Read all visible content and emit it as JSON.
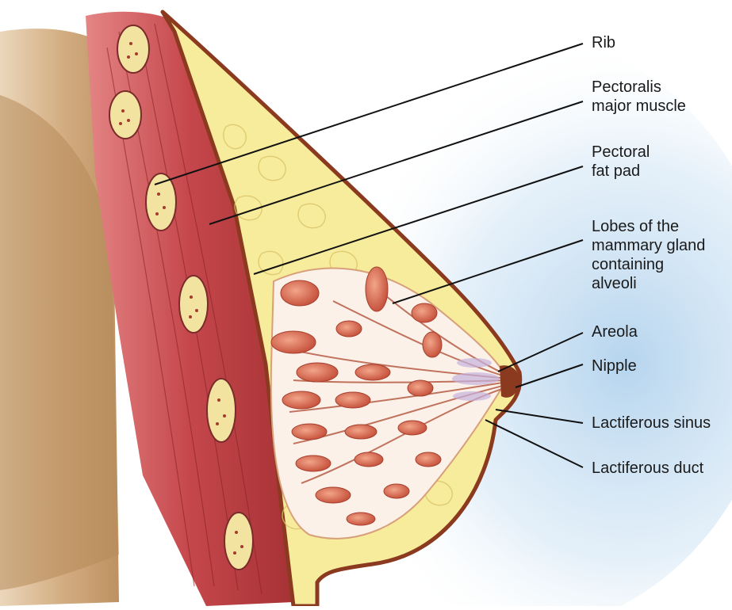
{
  "labels": {
    "rib": "Rib",
    "pectoralis": "Pectoralis\nmajor muscle",
    "fat_pad": "Pectoral\nfat pad",
    "lobes": "Lobes of the\nmammary gland\ncontaining\nalveoli",
    "areola": "Areola",
    "nipple": "Nipple",
    "lactiferous_sinus": "Lactiferous sinus",
    "lactiferous_duct": "Lactiferous duct"
  },
  "colors": {
    "skin": "#c9a27a",
    "muscle": "#c84b4e",
    "fat": "#f5e89a",
    "gland": "#d9705a",
    "outline": "#8b3a1f",
    "background_tint": "#bcd7ee"
  }
}
